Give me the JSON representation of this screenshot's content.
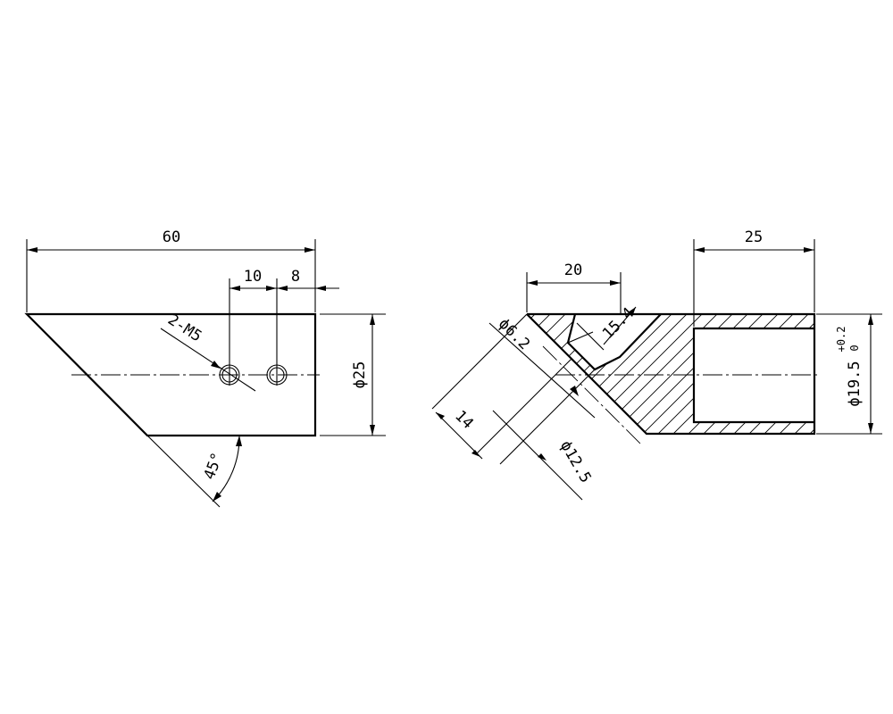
{
  "front_view": {
    "dim_length": "60",
    "dim_hole_spacing": "10",
    "dim_hole_edge": "8",
    "dim_diameter": "ϕ25",
    "dim_thread": "2-M5",
    "dim_angle": "45°"
  },
  "section_view": {
    "dim_top_offset": "20",
    "dim_bore_depth": "25",
    "dim_small_bore": "ϕ6.2",
    "dim_chamfer": "15.4",
    "dim_depth": "14",
    "dim_counterbore": "ϕ12.5",
    "dim_main_bore": "ϕ19.5",
    "tol_upper": "+0.2",
    "tol_lower": "0"
  }
}
